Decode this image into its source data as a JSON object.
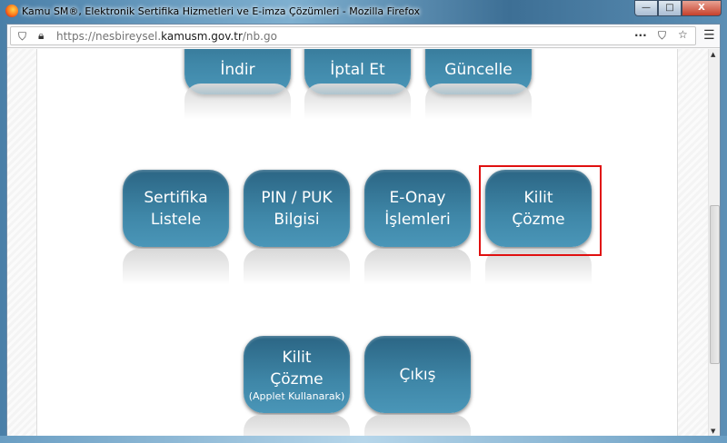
{
  "window": {
    "title": "Kamu SM®, Elektronik Sertifika Hizmetleri ve E-imza Çözümleri - Mozilla Firefox",
    "minimize": "—",
    "maximize": "□",
    "close": "X"
  },
  "browser": {
    "url_prefix": "https://nesbireysel.",
    "url_domain": "kamusm.gov.tr",
    "url_path": "/nb.go",
    "icons": [
      "shield-icon",
      "lock-icon",
      "more-icon",
      "pocket-icon",
      "star-icon",
      "menu-icon"
    ]
  },
  "buttons": {
    "row1": [
      "İndir",
      "İptal Et",
      "Güncelle"
    ],
    "row2": [
      {
        "l1": "Sertifika",
        "l2": "Listele"
      },
      {
        "l1": "PIN / PUK",
        "l2": "Bilgisi"
      },
      {
        "l1": "E-Onay",
        "l2": "İşlemleri"
      },
      {
        "l1": "Kilit",
        "l2": "Çözme"
      }
    ],
    "row3": [
      {
        "l1": "Kilit",
        "l2": "Çözme",
        "sub": "(Applet Kullanarak)"
      },
      {
        "l1": "Çıkış"
      }
    ]
  },
  "highlight_color": "#e01010"
}
